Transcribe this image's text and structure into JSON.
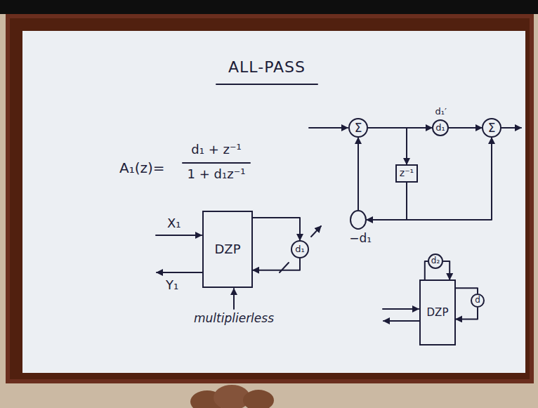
{
  "diagram": {
    "title": "ALL-PASS",
    "nodes": [
      {
        "text": [
          "Σ"
        ]
      },
      {
        "text": [
          "d₁′",
          "d₁"
        ]
      },
      {
        "text": [
          "Σ"
        ]
      },
      {
        "text": [
          "z⁻¹"
        ]
      },
      {
        "text": [
          "−d₁"
        ]
      },
      {
        "text": [
          "DZP"
        ]
      },
      {
        "text": [
          "d₁"
        ]
      },
      {
        "text": [
          "DZP"
        ]
      },
      {
        "text": [
          "d₂"
        ]
      },
      {
        "text": [
          "d"
        ]
      }
    ],
    "edges": [
      {
        "from": 0,
        "to": 1,
        "arrow": "to"
      },
      {
        "from": 1,
        "to": 2,
        "arrow": "to"
      },
      {
        "from": 0,
        "to": 3,
        "arrow": "to"
      },
      {
        "from": 3,
        "to": 4,
        "arrow": "to"
      },
      {
        "from": 3,
        "to": 2,
        "arrow": "to"
      },
      {
        "from": 4,
        "to": 0,
        "arrow": "to"
      },
      {
        "from": 5,
        "to": 6,
        "arrow": "to"
      },
      {
        "from": 6,
        "to": 5,
        "arrow": "to"
      },
      {
        "from": 7,
        "to": 8,
        "arrow": "none"
      },
      {
        "from": 8,
        "to": 7,
        "arrow": "to"
      },
      {
        "from": 7,
        "to": 9,
        "arrow": "none"
      },
      {
        "from": 9,
        "to": 7,
        "arrow": "to"
      }
    ],
    "labels": [
      "A₁(z)=",
      "d₁ + z⁻¹",
      "1 + d₁z⁻¹",
      "X₁",
      "Y₁",
      "multiplierless"
    ]
  }
}
